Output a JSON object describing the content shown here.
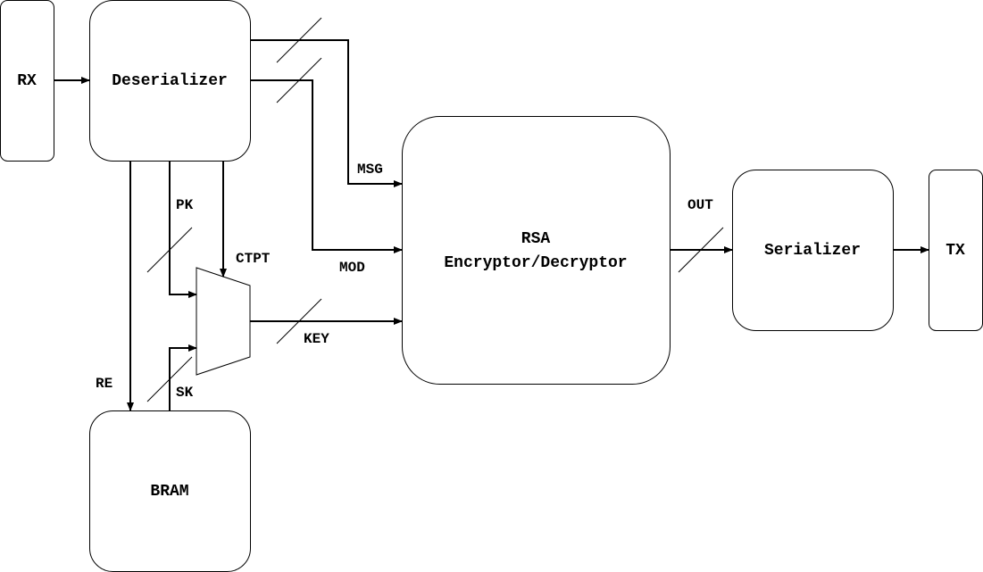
{
  "blocks": {
    "rx": "RX",
    "deserializer": "Deserializer",
    "rsa_line1": "RSA",
    "rsa_line2": "Encryptor/Decryptor",
    "serializer": "Serializer",
    "tx": "TX",
    "bram": "BRAM"
  },
  "signals": {
    "msg": "MSG",
    "mod": "MOD",
    "pk": "PK",
    "ctpt": "CTPT",
    "key": "KEY",
    "re": "RE",
    "sk": "SK",
    "out": "OUT"
  }
}
